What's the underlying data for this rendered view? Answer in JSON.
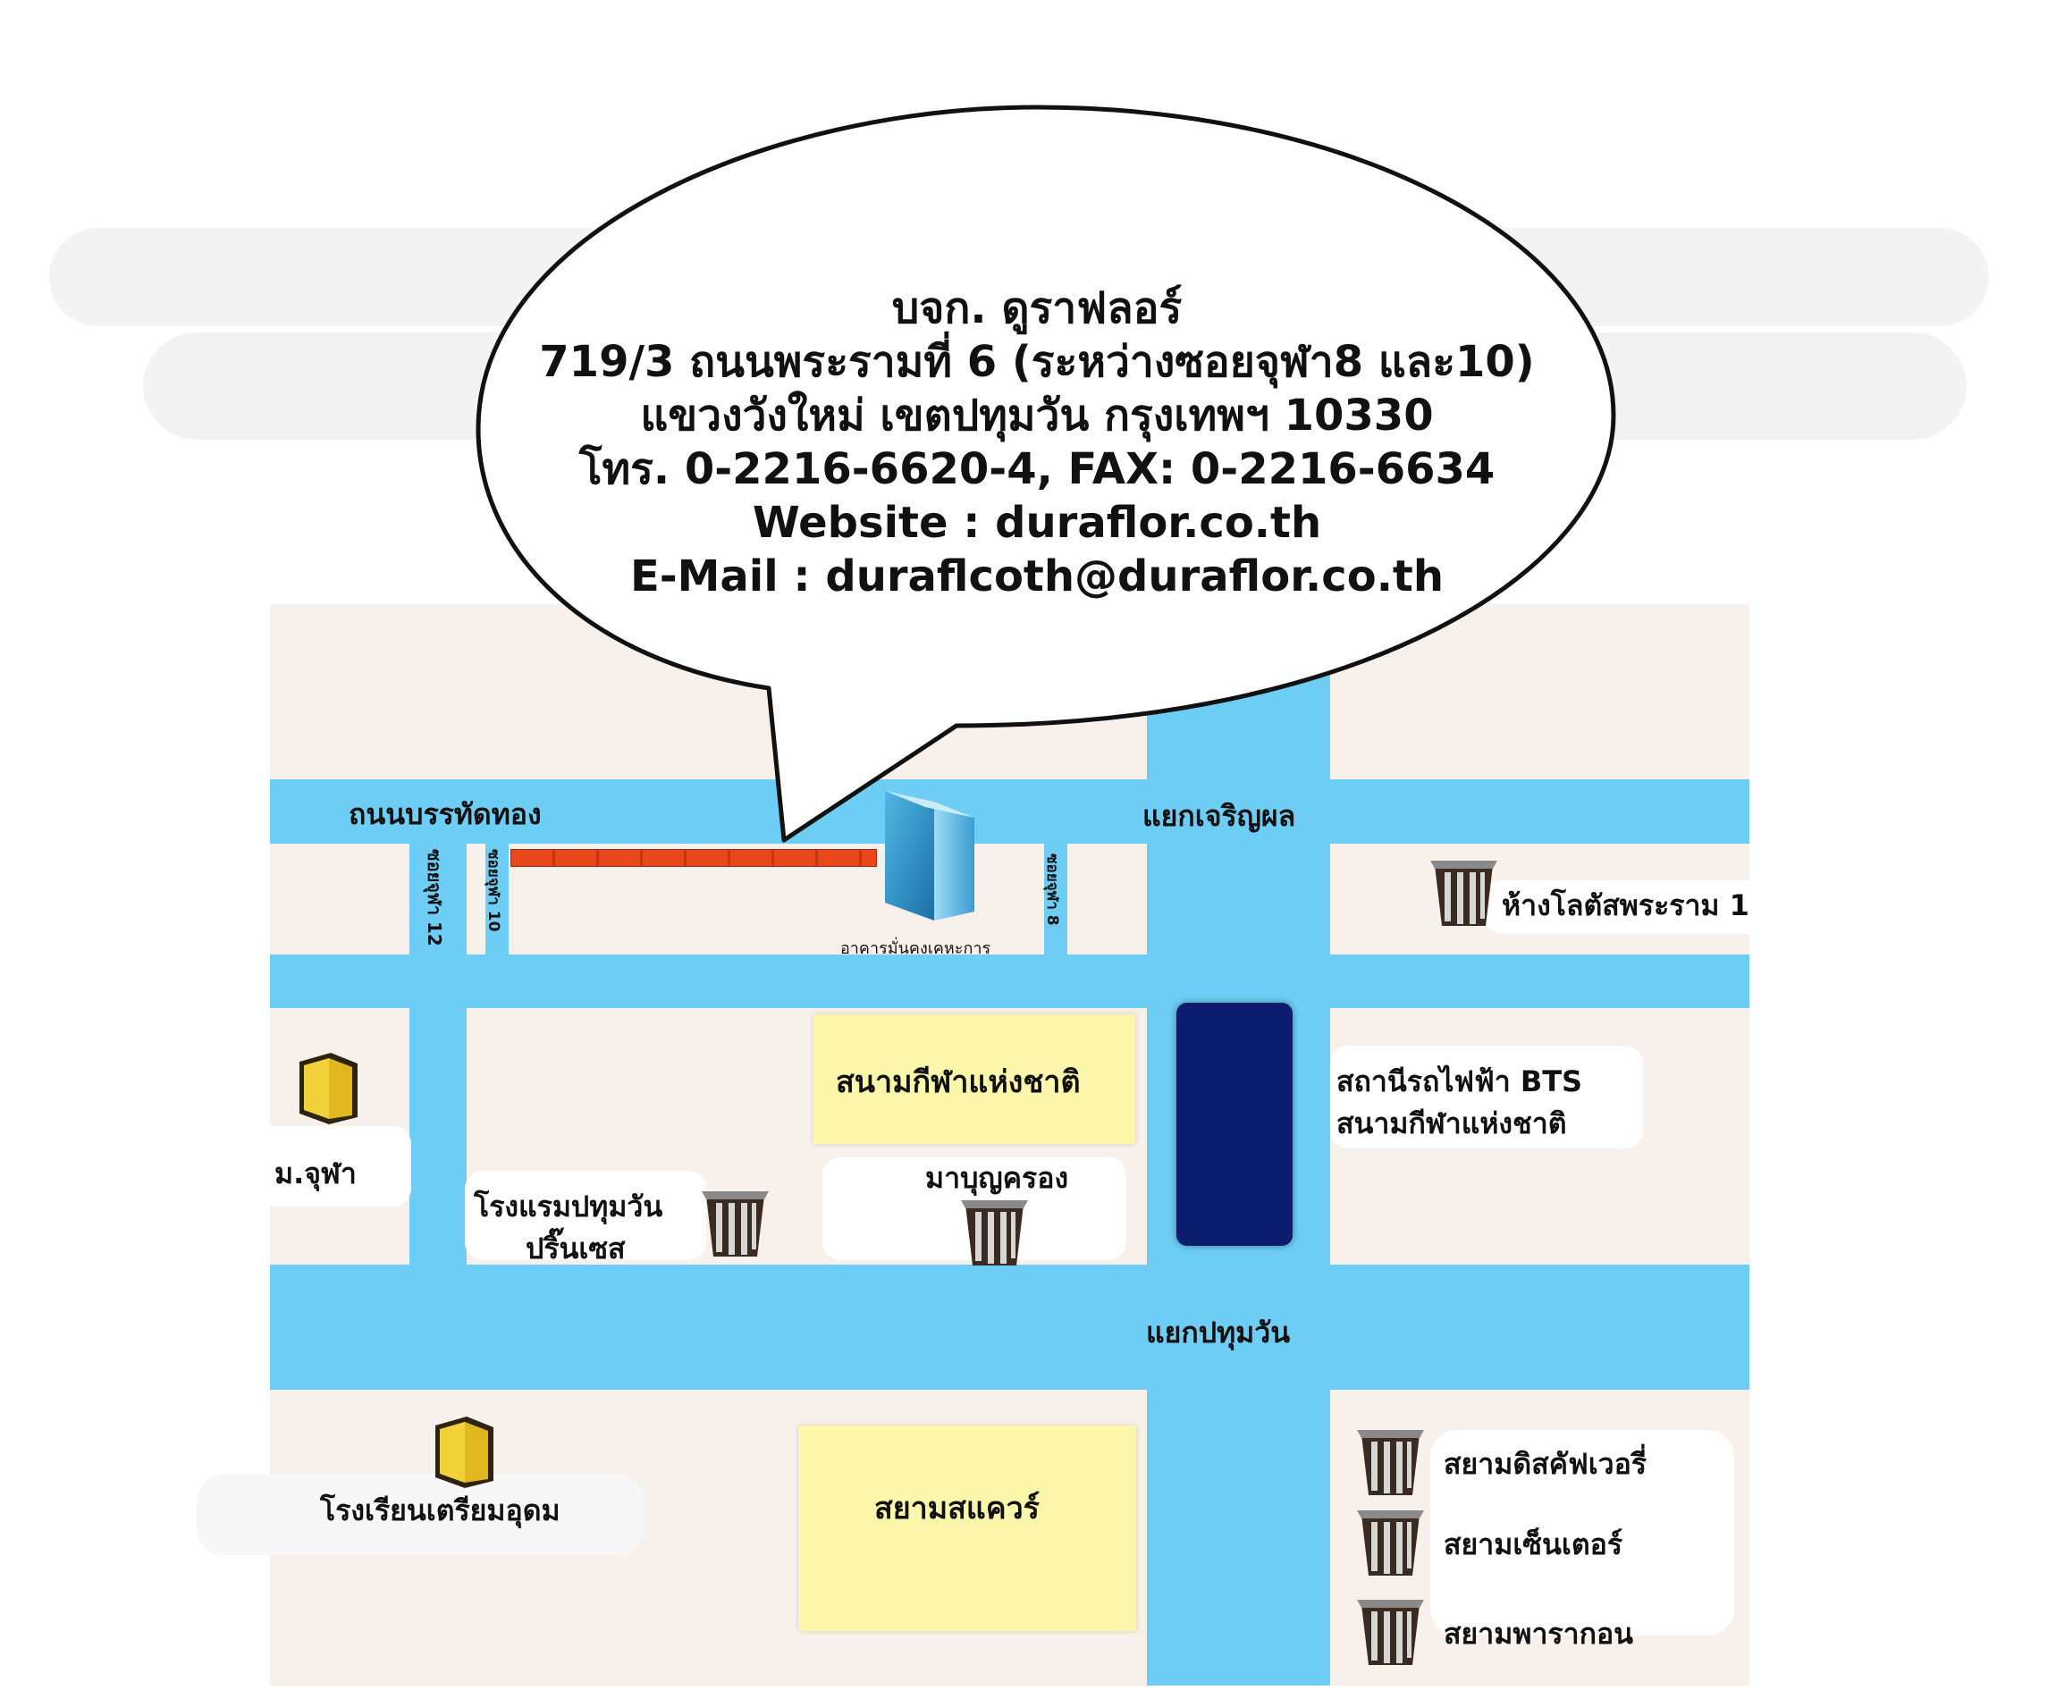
{
  "address": {
    "company": "บจก. ดูราฟลอร์",
    "street": "719/3 ถนนพระรามที่ 6 (ระหว่างซอยจุฬา8 และ10)",
    "district": "แขวงวังใหม่ เขตปทุมวัน กรุงเทพฯ 10330",
    "phone": "โทร. 0-2216-6620-4, FAX: 0-2216-6634",
    "website": "Website : duraflor.co.th",
    "email": "E-Mail : duraflcoth@duraflor.co.th"
  },
  "roads": {
    "banthat_thong": "ถนนบรรทัดทอง",
    "charoen_phon": "แยกเจริญผล",
    "pathumwan": "แยกปทุมวัน",
    "soi_12": "ซอยจุฬา 12",
    "soi_10": "ซอยจุฬา 10",
    "soi_8": "ซอยจุฬา 8"
  },
  "places": {
    "building": "อาคารมั่นคงเคหะการ",
    "lotus": "ห้างโลตัสพระราม 1",
    "stadium": "สนามกีฬาแห่งชาติ",
    "bts_line1": "สถานีรถไฟฟ้า BTS",
    "bts_line2": "สนามกีฬาแห่งชาติ",
    "chula_uni": "ม.จุฬา",
    "mbk": "มาบุญครอง",
    "hotel_line1": "โรงแรมปทุมวัน",
    "hotel_line2": "ปริ๊นเซส",
    "triam_udom": "โรงเรียนเตรียมอุดม",
    "siam_square": "สยามสแควร์",
    "siam_discovery": "สยามดิสคัฟเวอรี่",
    "siam_center": "สยามเซ็นเตอร์",
    "siam_paragon": "สยามพารากอน"
  },
  "colors": {
    "road": "#6dcdf4",
    "block": "#f8f0ea",
    "yellow_block": "#fbf6a9",
    "bts": "#0d1d6e",
    "route": "#e8461b"
  },
  "icons": {
    "mall": "mall-building-icon",
    "school": "school-book-icon",
    "office": "office-tower-icon"
  }
}
